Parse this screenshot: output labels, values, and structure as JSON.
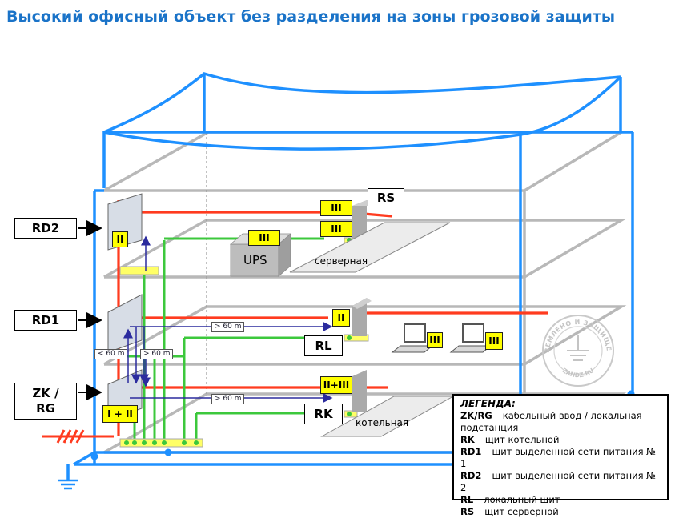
{
  "title": "Высокий офисный объект без разделения на зоны грозовой защиты",
  "callouts": {
    "rd2": "RD2",
    "rd1": "RD1",
    "zkrg_line1": "ZK /",
    "zkrg_line2": "RG"
  },
  "panels": {
    "rs": "RS",
    "rl": "RL",
    "rk": "RK",
    "ups": "UPS"
  },
  "badges": {
    "rs_top": "III",
    "rs_bottom": "III",
    "ups": "III",
    "rd2": "II",
    "rd1_eq": "II",
    "pc1": "III",
    "pc2": "III",
    "rk": "II+III",
    "zk": "I + II"
  },
  "rooms": {
    "server": "серверная",
    "boiler": "котельная"
  },
  "distances": {
    "rd1_rl": "> 60 m",
    "lt60": "< 60 m",
    "gt60_mid": "> 60 m",
    "rk_rd": "> 60 m"
  },
  "legend": {
    "heading": "ЛЕГЕНДА:",
    "items": [
      {
        "code": "ZK/RG",
        "text": " – кабельный ввод / локальная"
      },
      {
        "code": "",
        "text": "подстанция"
      },
      {
        "code": "RK",
        "text": " – щит котельной"
      },
      {
        "code": "RD1",
        "text": " – щит выделенной сети питания № 1"
      },
      {
        "code": "RD2",
        "text": " – щит выделенной сети питания № 2"
      },
      {
        "code": "RL",
        "text": " – локальный щит"
      },
      {
        "code": "RS",
        "text": " – щит серверной"
      }
    ]
  },
  "stamp_text": "ЗАЗЕМЛЕНО И ЗАЩИЩЕНО",
  "stamp_site": "ZANDZ.RU",
  "colors": {
    "lightning_blue": "#1e90ff",
    "power_red": "#ff3b1f",
    "ground_green": "#3cc83c",
    "badge_yellow": "#ffff00",
    "floor_gray": "#b8b8b8",
    "title_blue": "#1a73c8"
  }
}
